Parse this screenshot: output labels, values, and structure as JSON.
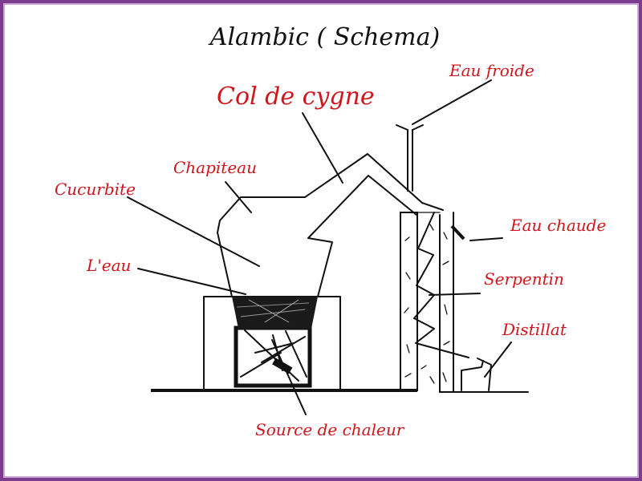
{
  "title": "Alambic ( Schema)",
  "labels": {
    "col_de_cygne": "Col de cygne",
    "eau_froide": "Eau froide",
    "chapiteau": "Chapiteau",
    "cucurbite": "Cucurbite",
    "eau_chaude": "Eau chaude",
    "leau": "L'eau",
    "serpentin": "Serpentin",
    "distillat": "Distillat",
    "source_de_chaleur": "Source de chaleur"
  },
  "colors": {
    "frame": "#7a3c8c",
    "label": "#d0161c",
    "ink": "#111111"
  }
}
